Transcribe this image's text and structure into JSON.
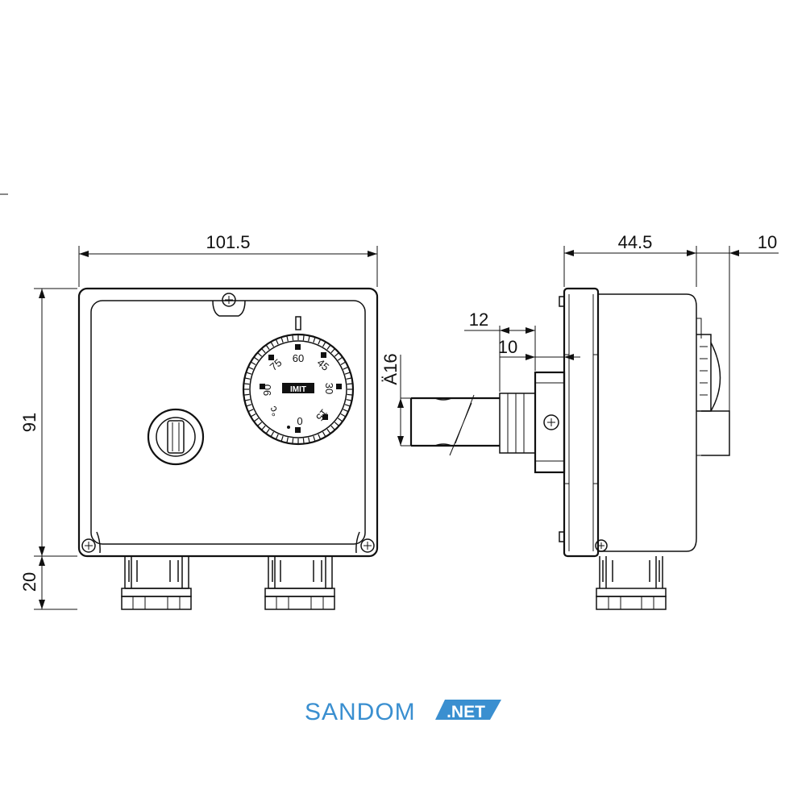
{
  "dimensions": {
    "front_width": "101.5",
    "front_height": "91",
    "glands_height": "20",
    "side_depth": "44.5",
    "knob_depth": "10",
    "thread_length": "12",
    "stem_offset": "10",
    "probe_diameter": "Ä16"
  },
  "dial": {
    "ticks": [
      "60",
      "45",
      "30",
      "15",
      "0",
      "90",
      "75"
    ],
    "unit": "°c",
    "logo": "IMIT"
  },
  "watermark": {
    "name": "SANDOM",
    "tld": ".NET",
    "color": "#3a8fd0"
  }
}
